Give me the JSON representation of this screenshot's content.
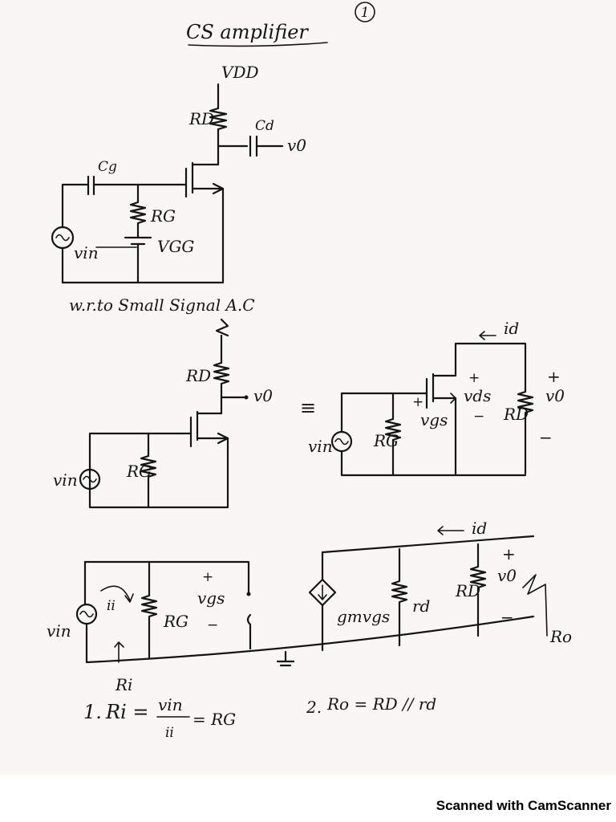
{
  "page_number": "1",
  "title": "CS amplifier",
  "sections": {
    "small_signal_note": "w.r.to Small Signal A.C",
    "equivalent_sign": "≡"
  },
  "labels": {
    "vdd": "VDD",
    "rd": "RD",
    "cd": "Cd",
    "vo": "v0",
    "cg": "Cg",
    "rg": "RG",
    "vgg": "VGG",
    "vin": "vin",
    "id": "id",
    "vgs": "vgs",
    "vds": "vds",
    "gm_vgs": "gmvgs",
    "rd_small": "rd",
    "ii": "ii",
    "ri": "Ri",
    "ro": "Ro",
    "plus": "+",
    "minus": "−"
  },
  "formulas": {
    "f1_index": "1.",
    "f1_lhs": "Ri =",
    "f1_num": "vin",
    "f1_den": "ii",
    "f1_rhs": "= RG",
    "f2_index": "2.",
    "f2_text": "Ro = RD // rd"
  },
  "watermark": "Scanned with CamScanner",
  "colors": {
    "ink": "#141414",
    "paper": "#f8f7f4",
    "background": "#ffffff"
  }
}
